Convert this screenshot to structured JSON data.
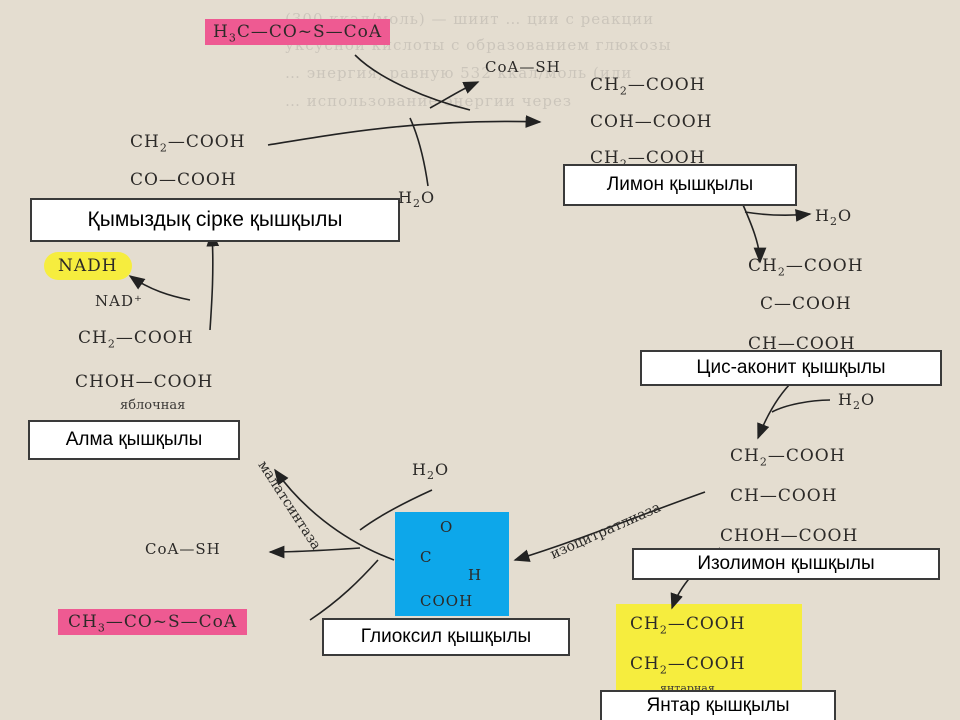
{
  "background_text": [
    "(300 ккал/моль) — шиит … ции с реакции",
    "уксусной кислоты с образованием глюкозы",
    "… энергия, равную 532 ккал/моль (или",
    "… использование энергии через"
  ],
  "formulas": {
    "acetyl_coa_top": {
      "pre": "H",
      "sub": "3",
      "post": "C—CO~S—CoA"
    },
    "coa_sh_top": "CoA—SH",
    "oxaloacetate_l1": {
      "pre": "CH",
      "sub": "2",
      "post": "—COOH"
    },
    "oxaloacetate_l2": "CO—COOH",
    "h2o_top": {
      "pre": "H",
      "sub": "2",
      "post": "O"
    },
    "citrate_l1": {
      "pre": "CH",
      "sub": "2",
      "post": "—COOH"
    },
    "citrate_l2": "COH—COOH",
    "citrate_l3": {
      "pre": "CH",
      "sub": "2",
      "post": "—COOH"
    },
    "h2o_right1": {
      "pre": "H",
      "sub": "2",
      "post": "O"
    },
    "aconitate_l1": {
      "pre": "CH",
      "sub": "2",
      "post": "—COOH"
    },
    "aconitate_l2": "C—COOH",
    "aconitate_l3": "CH—COOH",
    "h2o_right2": {
      "pre": "H",
      "sub": "2",
      "post": "O"
    },
    "isocitrate_l1": {
      "pre": "CH",
      "sub": "2",
      "post": "—COOH"
    },
    "isocitrate_l2": "CH—COOH",
    "isocitrate_l3": "CHOH—COOH",
    "succinate_l1": {
      "pre": "CH",
      "sub": "2",
      "post": "—COOH"
    },
    "succinate_l2": {
      "pre": "CH",
      "sub": "2",
      "post": "—COOH"
    },
    "succinate_small": "янтарная",
    "nadh": "NADH",
    "nad_plus": "NAD⁺",
    "malate_l1": {
      "pre": "CH",
      "sub": "2",
      "post": "—COOH"
    },
    "malate_l2": "CHOH—COOH",
    "malate_small": "яблочная",
    "h2o_mid": {
      "pre": "H",
      "sub": "2",
      "post": "O"
    },
    "coa_sh_bottom": "CoA—SH",
    "acetyl_coa_bottom": {
      "pre": "CH",
      "sub": "3",
      "post": "—CO~S—CoA"
    },
    "glyoxylate_o": "O",
    "glyoxylate_c": "C",
    "glyoxylate_h": "H",
    "glyoxylate_cooh": "COOH"
  },
  "labels": {
    "oxaloacetate": "Қымыздық сірке қышқылы",
    "citrate": "Лимон қышқылы",
    "aconitate": "Цис-аконит қышқылы",
    "isocitrate": "Изолимон қышқылы",
    "succinate": "Янтар қышқылы",
    "malate": "Алма қышқылы",
    "glyoxylate": "Глиоксил қышқылы"
  },
  "enzymes": {
    "malate_synthase": "малатсинтаза",
    "isocitrate_lyase": "изоцитратлиаза"
  },
  "colors": {
    "pink_highlight": "#ee5a92",
    "yellow_highlight": "#f6ed3e",
    "blue_block": "#0da7ea",
    "background": "#e4ddd0"
  }
}
